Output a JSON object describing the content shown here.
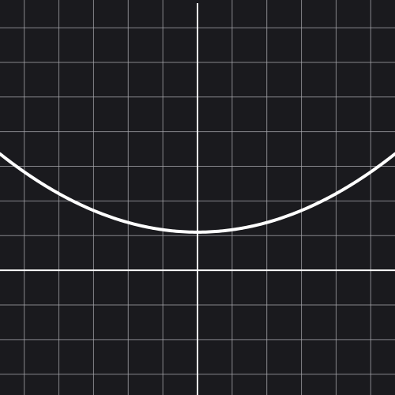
{
  "chart_data": {
    "type": "line",
    "title": "",
    "xlabel": "",
    "ylabel": "",
    "xlim": [
      -5.7,
      5.7
    ],
    "ylim": [
      -3.6,
      7.8
    ],
    "grid": true,
    "grid_step": 1,
    "series": [
      {
        "x": [
          -5.7,
          -5,
          -4,
          -3,
          -2,
          -1,
          0,
          1,
          2,
          3,
          4,
          5,
          5.7
        ],
        "y": [
          3.31,
          2.63,
          1.86,
          1.24,
          0.75,
          0.41,
          1.1,
          0.41,
          0.75,
          1.24,
          1.86,
          2.63,
          3.31
        ]
      }
    ],
    "colors": {
      "background": "#1a1a1e",
      "grid": "#a9a9ae",
      "axis": "#ffffff",
      "curve": "#ffffff"
    }
  }
}
